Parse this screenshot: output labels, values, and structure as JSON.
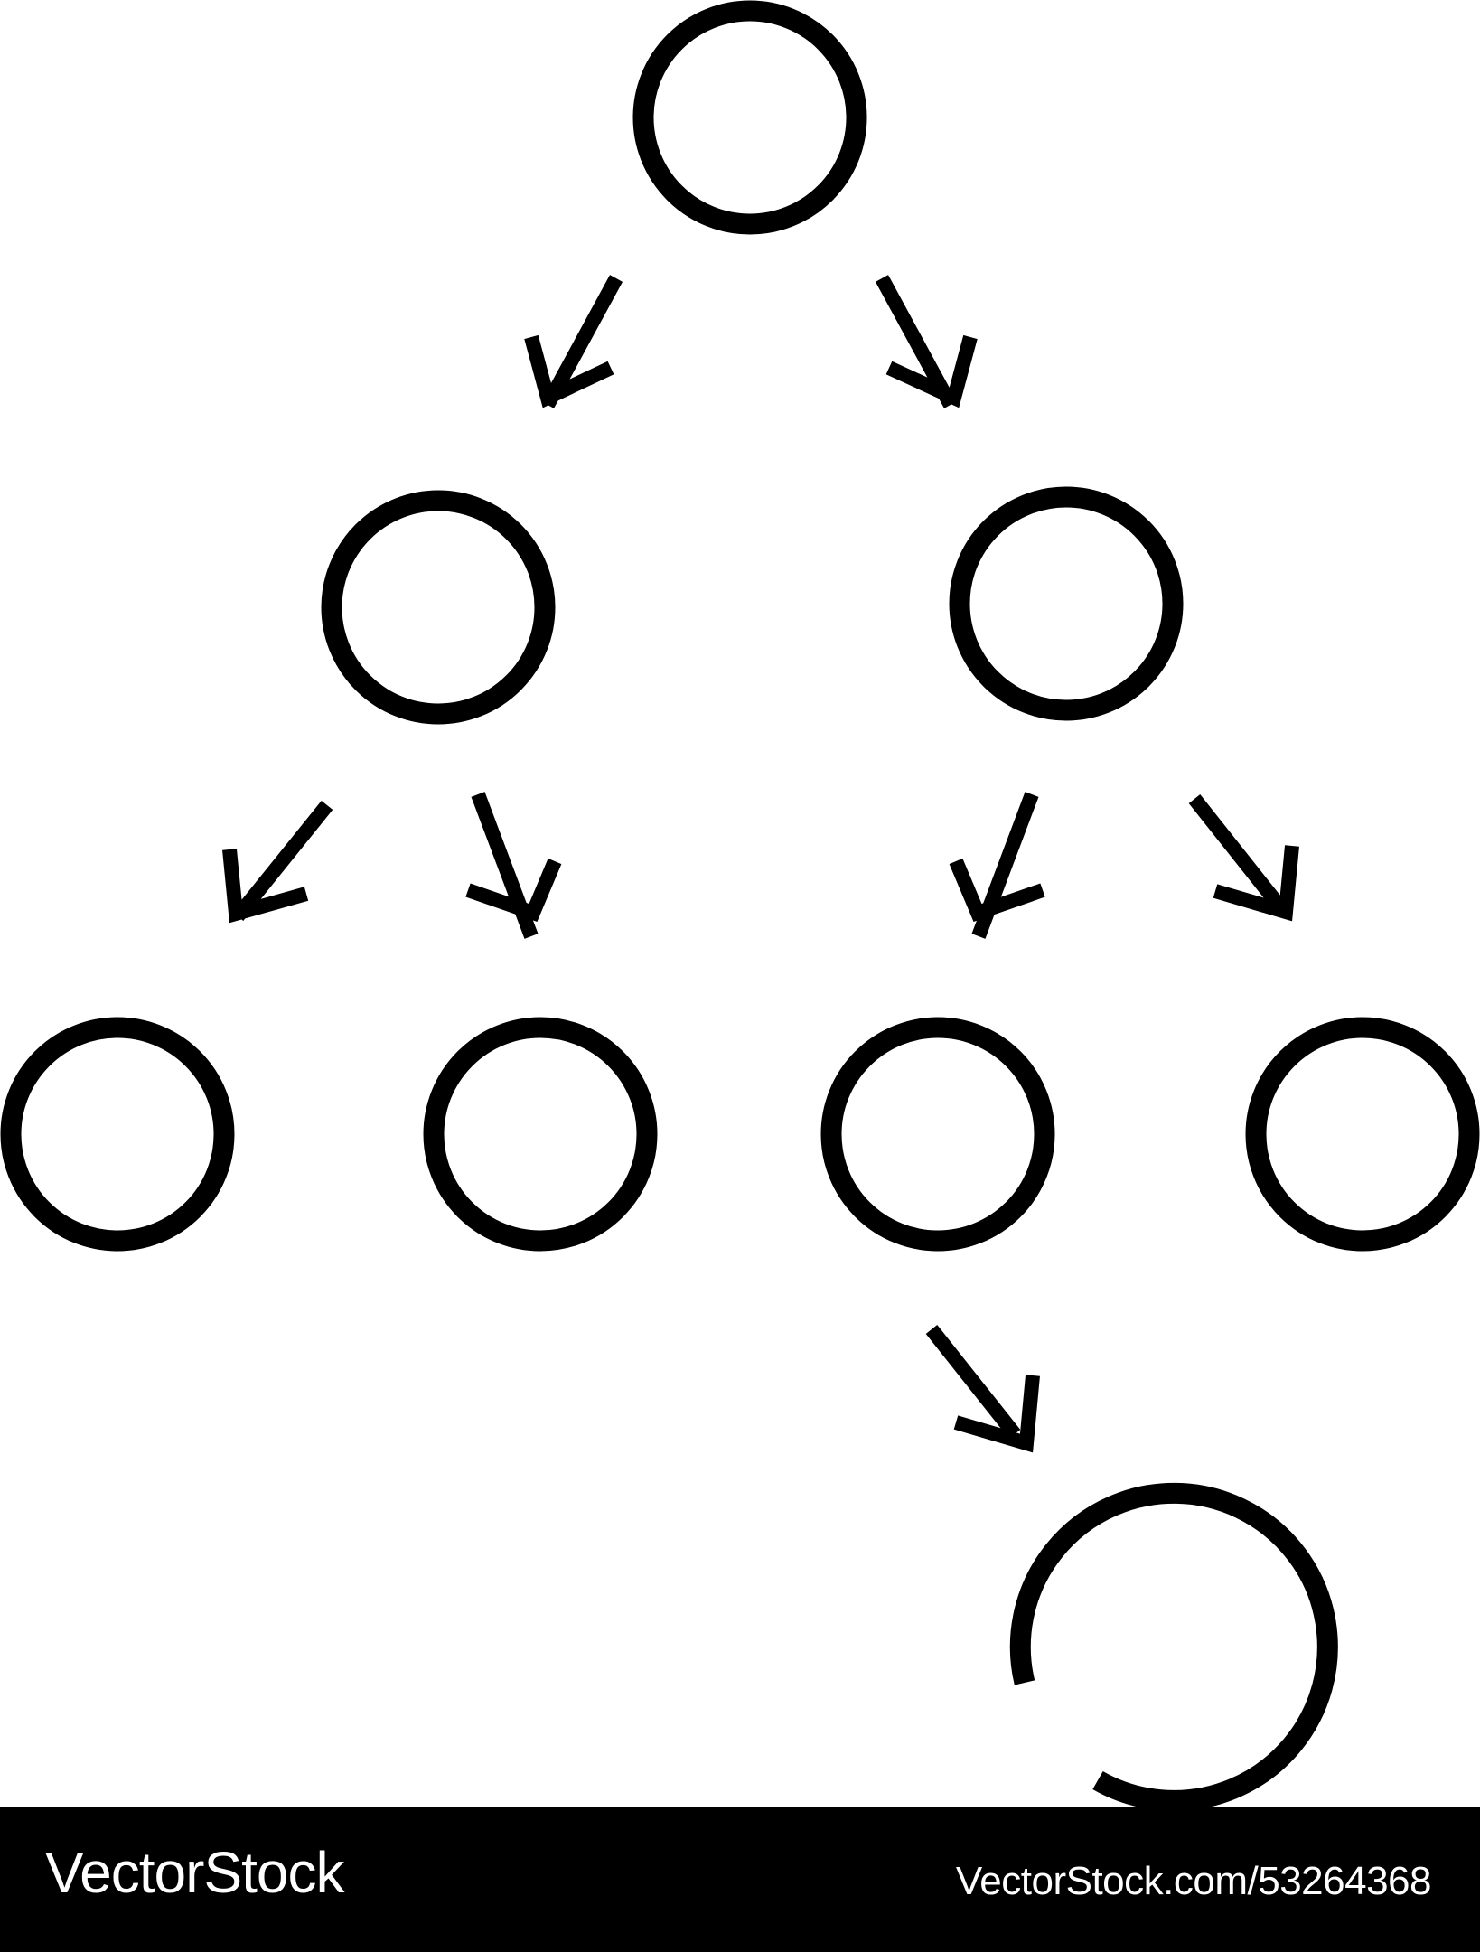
{
  "diagram": {
    "type": "tree",
    "nodes": [
      {
        "id": "root",
        "level": 0
      },
      {
        "id": "left",
        "level": 1
      },
      {
        "id": "right",
        "level": 1
      },
      {
        "id": "left-left",
        "level": 2
      },
      {
        "id": "left-right",
        "level": 2
      },
      {
        "id": "right-left",
        "level": 2
      },
      {
        "id": "right-right",
        "level": 2
      },
      {
        "id": "leaf-partial",
        "level": 3,
        "style": "open-arc"
      }
    ],
    "edges": [
      {
        "from": "root",
        "to": "left"
      },
      {
        "from": "root",
        "to": "right"
      },
      {
        "from": "left",
        "to": "left-left"
      },
      {
        "from": "left",
        "to": "left-right"
      },
      {
        "from": "right",
        "to": "right-left"
      },
      {
        "from": "right",
        "to": "right-right"
      },
      {
        "from": "right-left",
        "to": "leaf-partial"
      }
    ],
    "colors": {
      "stroke": "#000000",
      "background": "#ffffff"
    }
  },
  "watermark": {
    "brand": "VectorStock",
    "url": "VectorStock.com/53264368",
    "colors": {
      "bar": "#000000",
      "text": "#ffffff"
    }
  }
}
